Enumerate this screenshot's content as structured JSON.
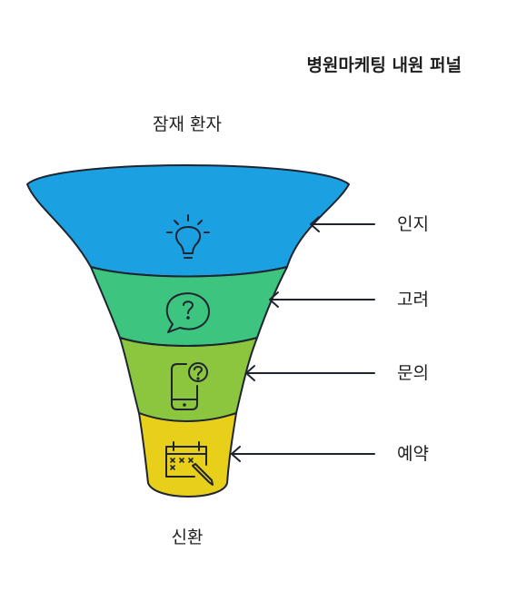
{
  "title": "병원마케팅 내원 퍼널",
  "top_label": "잠재 환자",
  "bottom_label": "신환",
  "stages": [
    {
      "label": "인지",
      "icon": "lightbulb-icon",
      "color": "#1ba1e2"
    },
    {
      "label": "고려",
      "icon": "question-bubble-icon",
      "color": "#3dc47e"
    },
    {
      "label": "문의",
      "icon": "phone-question-icon",
      "color": "#8cc63f"
    },
    {
      "label": "예약",
      "icon": "calendar-icon",
      "color": "#e8cf1a"
    }
  ]
}
